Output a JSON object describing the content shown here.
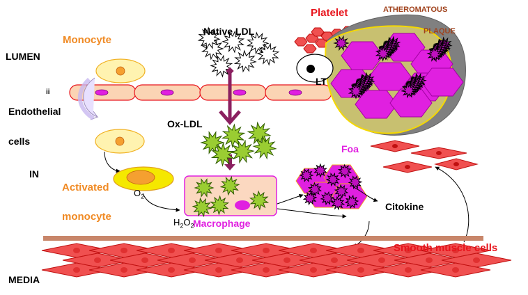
{
  "labels": {
    "lumen": "LUMEN",
    "endothelial": "Endothelial",
    "cells": "cells",
    "intima": "IN",
    "media": "MEDIA",
    "monocyte": "Monocyte",
    "activated": "Activated",
    "monocyte2": "monocyte",
    "native_ldl": "Native LDL",
    "ox_ldl": "Ox-LDL",
    "platelet": "Platelet",
    "atheromatous": "ATHEROMATOUS",
    "plaque": "PLAQUE",
    "lt": "LT",
    "foam": "Foa",
    "citokine": "Citokine",
    "macrophage": "Macrophage",
    "smooth_muscle": "Smooth muscle cells",
    "o2": "O",
    "o2_sub": "2",
    "h2o2_a": "H",
    "h2o2_b": "2",
    "h2o2_c": "O",
    "h2o2_d": "2",
    "stray": "ii"
  },
  "colors": {
    "label_orange": "#f08a24",
    "label_red": "#e8141c",
    "label_magenta": "#e020e0",
    "plaque_brown": "#a0421c",
    "endothelium_fill": "#fbd4b4",
    "nucleus": "#e020e0",
    "ldl_green": "#9acd32",
    "arrow_purple": "#8b2060",
    "smooth_muscle": "#f05050",
    "membrane": "#c8866a"
  },
  "icons": [
    "monocyte-cell",
    "endothelial-cell",
    "ldl-particle",
    "oxidized-ldl-particle",
    "macrophage-cell",
    "foam-cell",
    "platelet",
    "smooth-muscle-cell",
    "lymphocyte"
  ]
}
